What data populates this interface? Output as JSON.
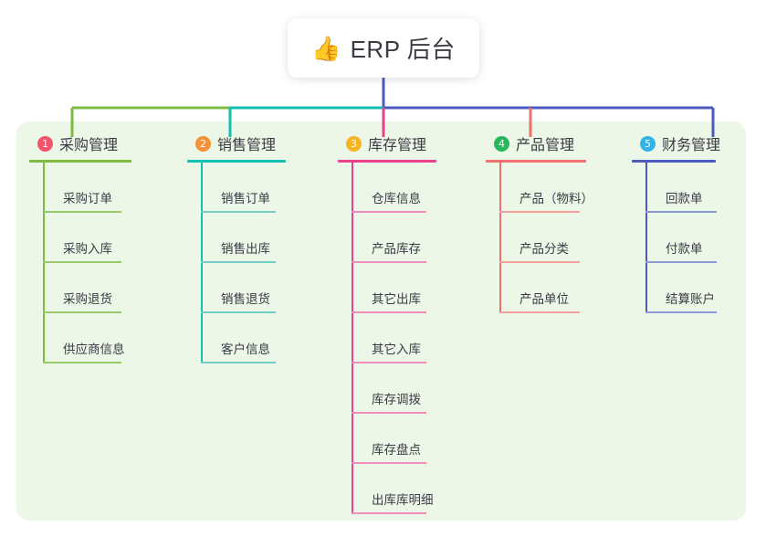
{
  "root": {
    "icon": "thumbs-up-icon",
    "icon_glyph": "👍",
    "label": "ERP 后台"
  },
  "panel": {
    "background": "#edf7e8"
  },
  "connector": {
    "stem_color": "#4c5bbd",
    "bus_segments": [
      {
        "color": "#7dbb42",
        "label": "root-to-col1"
      },
      {
        "color": "#13bfb2",
        "label": "col2-segment"
      },
      {
        "color": "#4c5bbd",
        "label": "col3-to-col5"
      }
    ],
    "drops": [
      {
        "color": "#7dbb42"
      },
      {
        "color": "#13bfb2"
      },
      {
        "color": "#e8418f"
      },
      {
        "color": "#f0706e"
      },
      {
        "color": "#4c5bbd"
      }
    ]
  },
  "columns": [
    {
      "number": "1",
      "title": "采购管理",
      "badge_color": "#f2546b",
      "line_color": "#7dbb42",
      "leaf_color": "#9ac96b",
      "items": [
        {
          "label": "采购订单"
        },
        {
          "label": "采购入库"
        },
        {
          "label": "采购退货"
        },
        {
          "label": "供应商信息"
        }
      ]
    },
    {
      "number": "2",
      "title": "销售管理",
      "badge_color": "#f59236",
      "line_color": "#13bfb2",
      "leaf_color": "#72cfc8",
      "items": [
        {
          "label": "销售订单"
        },
        {
          "label": "销售出库"
        },
        {
          "label": "销售退货"
        },
        {
          "label": "客户信息"
        }
      ]
    },
    {
      "number": "3",
      "title": "库存管理",
      "badge_color": "#f5b523",
      "line_color": "#e8418f",
      "leaf_color": "#ef8ebc",
      "items": [
        {
          "label": "仓库信息"
        },
        {
          "label": "产品库存"
        },
        {
          "label": "其它出库"
        },
        {
          "label": "其它入库"
        },
        {
          "label": "库存调拨"
        },
        {
          "label": "库存盘点"
        },
        {
          "label": "出库库明细"
        }
      ]
    },
    {
      "number": "4",
      "title": "产品管理",
      "badge_color": "#27b860",
      "line_color": "#f0706e",
      "leaf_color": "#f4a09c",
      "items": [
        {
          "label": "产品（物料）"
        },
        {
          "label": "产品分类"
        },
        {
          "label": "产品单位"
        }
      ]
    },
    {
      "number": "5",
      "title": "财务管理",
      "badge_color": "#32b3e8",
      "line_color": "#4c5bbd",
      "leaf_color": "#8d9ad8",
      "items": [
        {
          "label": "回款单"
        },
        {
          "label": "付款单"
        },
        {
          "label": "结算账户"
        }
      ]
    }
  ]
}
